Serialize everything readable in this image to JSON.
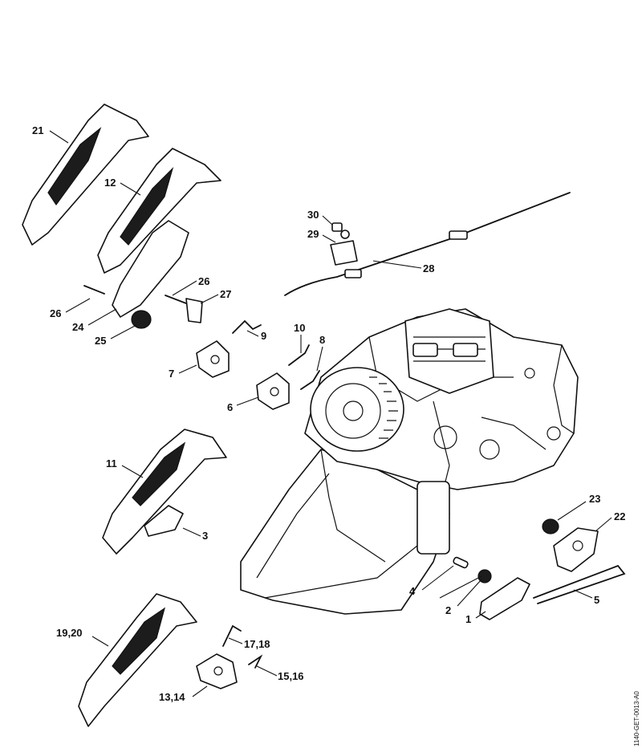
{
  "diagram_code": "1140-GET-0013-A0",
  "labels": {
    "l21": "21",
    "l12": "12",
    "l30": "30",
    "l29": "29",
    "l28": "28",
    "l26a": "26",
    "l27": "27",
    "l26b": "26",
    "l24": "24",
    "l25": "25",
    "l9": "9",
    "l10": "10",
    "l8": "8",
    "l7": "7",
    "l6": "6",
    "l11": "11",
    "l3": "3",
    "l23": "23",
    "l22": "22",
    "l4": "4",
    "l2": "2",
    "l5": "5",
    "l1": "1",
    "l19_20": "19,20",
    "l17_18": "17,18",
    "l15_16": "15,16",
    "l13_14": "13,14"
  }
}
